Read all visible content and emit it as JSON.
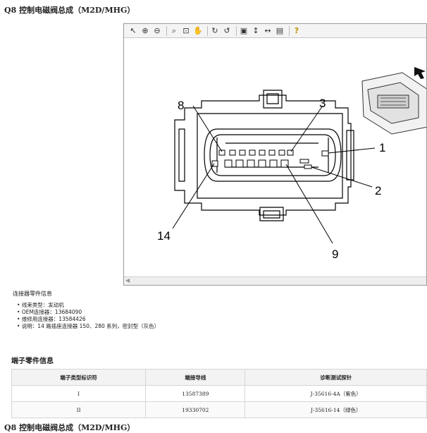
{
  "page": {
    "title": "Q8 控制电磁阀总成（M2D/MHG）",
    "footer_title": "Q8 控制电磁阀总成（M2D/MHG）"
  },
  "toolbar": {
    "buttons": [
      {
        "name": "select-arrow-icon",
        "glyph": "⬚"
      },
      {
        "name": "zoom-in-icon",
        "glyph": "⊕"
      },
      {
        "name": "zoom-out-icon",
        "glyph": "⊖"
      },
      {
        "name": "zoom-icon",
        "glyph": "⌕"
      },
      {
        "name": "zoom-area-icon",
        "glyph": "⌕"
      },
      {
        "name": "pan-hand-icon",
        "glyph": "✋"
      },
      {
        "name": "rotate-cw-icon",
        "glyph": "↻"
      },
      {
        "name": "rotate-ccw-icon",
        "glyph": "↺"
      },
      {
        "name": "fit-window-icon",
        "glyph": "▣"
      },
      {
        "name": "fit-height-icon",
        "glyph": "↕"
      },
      {
        "name": "fit-width-icon",
        "glyph": "↔"
      },
      {
        "name": "palette-icon",
        "glyph": "▤"
      },
      {
        "name": "help-icon",
        "glyph": "?"
      }
    ]
  },
  "diagram": {
    "callouts": [
      "8",
      "3",
      "1",
      "2",
      "14",
      "9"
    ]
  },
  "connector_info": {
    "heading": "连接器零件信息",
    "items": [
      "线束类型：发动机",
      "OEM连接器：13684090",
      "维修用连接器：13584426",
      "说明：14 路插座连接器 150、280 系列，密封型（灰色）"
    ]
  },
  "terminal_info": {
    "heading": "端子零件信息",
    "columns": [
      "端子类型标识符",
      "端接导线",
      "诊断测试探针"
    ],
    "rows": [
      [
        "I",
        "13587389",
        "J-35616-4A（紫色）"
      ],
      [
        "II",
        "19330702",
        "J-35616-14（绿色）"
      ]
    ]
  }
}
